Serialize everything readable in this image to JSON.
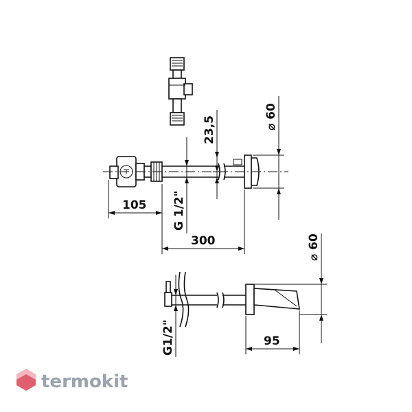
{
  "dimensions": {
    "dim_105": "105",
    "dim_300": "300",
    "dim_23_5": "23,5",
    "dim_g12_top": "G 1/2\"",
    "dim_dia60_top": "⌀ 60",
    "dim_dia60_bottom": "⌀ 60",
    "dim_g12_bottom": "G1/2\"",
    "dim_95": "95"
  },
  "watermark": {
    "brand": "termokit",
    "colors": {
      "mark_light": "#f3b6bd",
      "mark_dark": "#e0606f",
      "text": "#9aa3ad"
    }
  }
}
